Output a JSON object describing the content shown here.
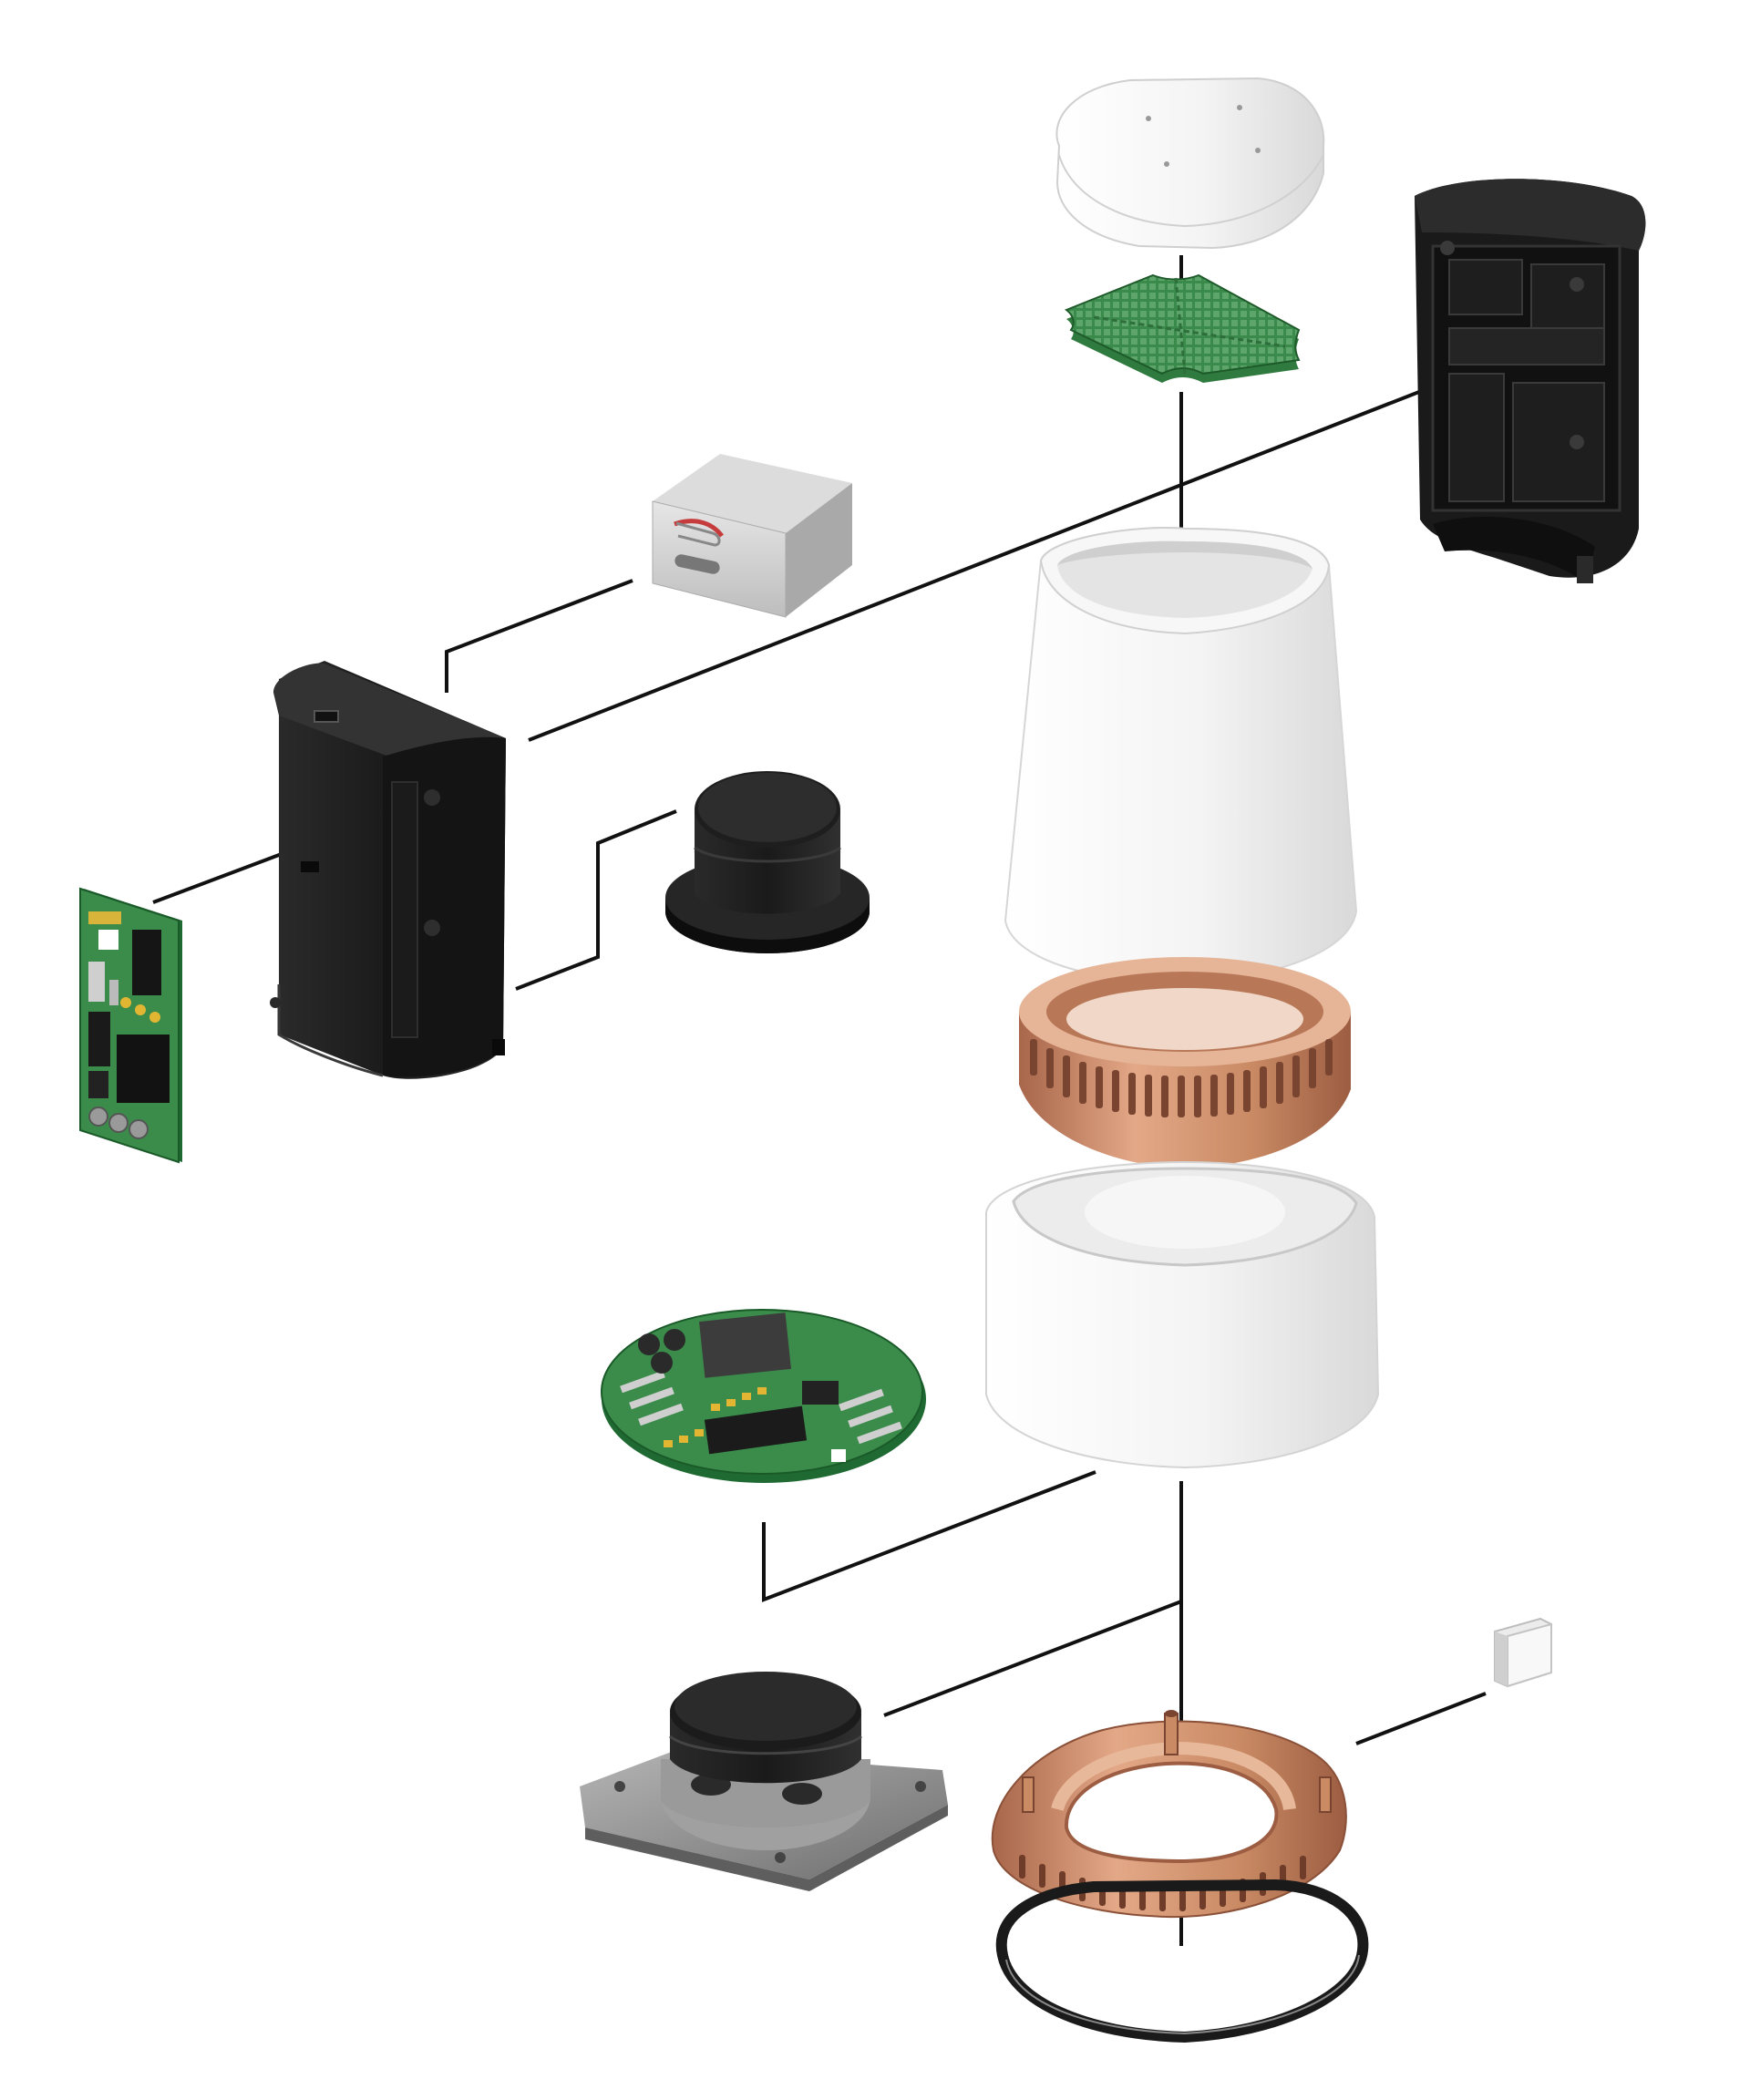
{
  "diagram": {
    "type": "exploded-view",
    "background": "#ffffff",
    "colors": {
      "white_plastic": "#f4f4f4",
      "black_plastic": "#1c1c1c",
      "pcb_green": "#2f7a3e",
      "copper": "#c98a64",
      "grey_metal": "#8c8c8c",
      "leader_line": "#111111"
    },
    "parts": [
      "top-cap",
      "top-sensor-board",
      "upper-white-shell",
      "black-rear-housing",
      "battery-pack",
      "black-front-housing",
      "vertical-pcb",
      "black-knob",
      "copper-mesh-ring",
      "lower-white-shell",
      "round-main-pcb",
      "speaker-driver",
      "copper-base-frame",
      "black-gasket-ring",
      "small-white-clip"
    ]
  }
}
